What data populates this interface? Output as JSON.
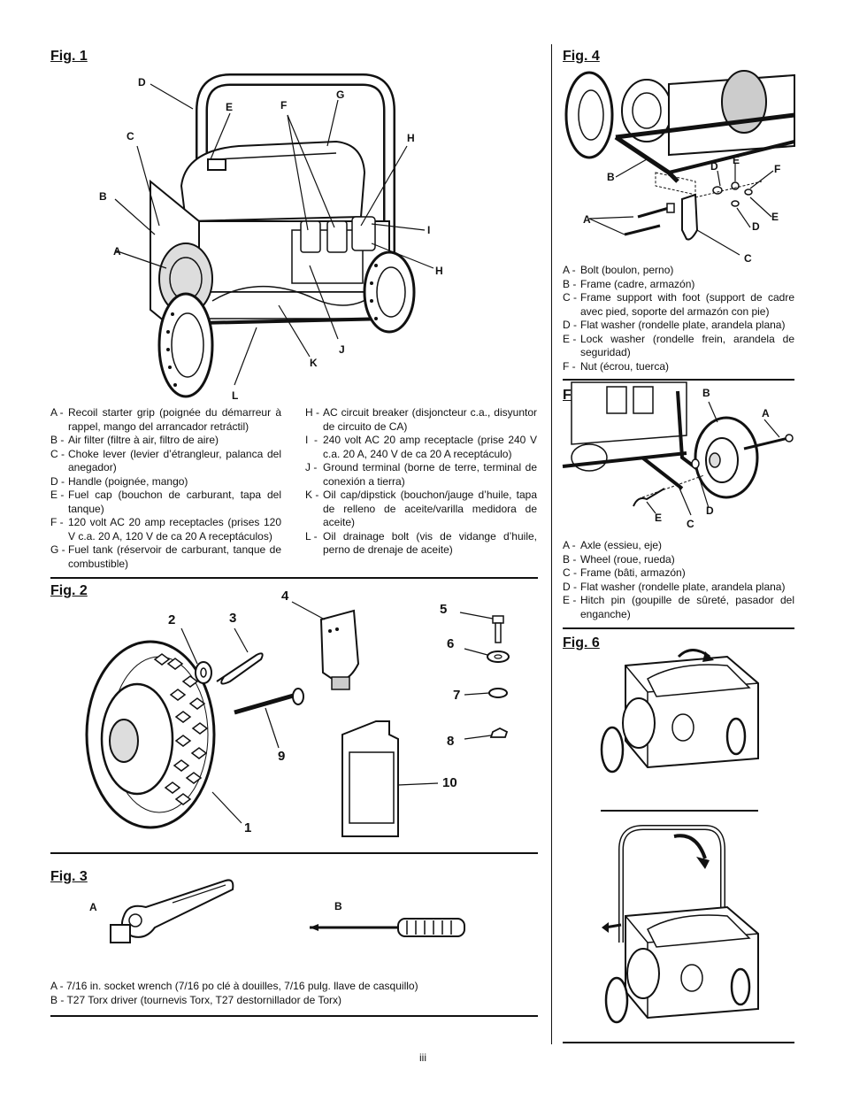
{
  "fig1": {
    "title": "Fig. 1",
    "callouts": [
      "A",
      "B",
      "C",
      "D",
      "E",
      "F",
      "G",
      "H",
      "I",
      "H",
      "J",
      "K",
      "L"
    ],
    "legend_left": [
      {
        "key": "A -",
        "text": "Recoil starter grip (poignée du démarreur à rappel, mango del arrancador retráctil)"
      },
      {
        "key": "B -",
        "text": "Air filter (filtre à air, filtro de aire)"
      },
      {
        "key": "C -",
        "text": "Choke lever (levier d’étrangleur, palanca del anegador)"
      },
      {
        "key": "D -",
        "text": "Handle (poignée, mango)"
      },
      {
        "key": "E -",
        "text": "Fuel cap (bouchon de carburant, tapa del tanque)"
      },
      {
        "key": "F -",
        "text": "120 volt AC 20 amp receptacles (prises 120 V c.a. 20 A, 120 V de ca 20 A receptáculos)"
      },
      {
        "key": "G -",
        "text": "Fuel tank (réservoir de carburant, tanque de combustible)"
      }
    ],
    "legend_right": [
      {
        "key": "H -",
        "text": "AC circuit breaker (disjoncteur c.a., disyuntor de circuito de CA)"
      },
      {
        "key": "I  -",
        "text": "240 volt AC 20 amp receptacle (prise 240 V c.a. 20 A, 240 V de ca 20 A receptáculo)"
      },
      {
        "key": "J -",
        "text": "Ground terminal (borne de terre, terminal de conexión a tierra)"
      },
      {
        "key": "K -",
        "text": "Oil cap/dipstick (bouchon/jauge d’huile, tapa de relleno de aceite/varilla medidora de aceite)"
      },
      {
        "key": "L -",
        "text": "Oil drainage bolt (vis de vidange d’huile, perno de drenaje de aceite)"
      }
    ]
  },
  "fig2": {
    "title": "Fig. 2",
    "callouts": [
      "1",
      "2",
      "3",
      "4",
      "5",
      "6",
      "7",
      "8",
      "9",
      "10"
    ]
  },
  "fig3": {
    "title": "Fig. 3",
    "callouts": [
      "A",
      "B"
    ],
    "legend": [
      "A - 7/16 in. socket wrench (7/16 po clé à douilles, 7/16 pulg. llave de casquillo)",
      "B - T27 Torx driver (tournevis Torx, T27 destornillador de Torx)"
    ]
  },
  "fig4": {
    "title": "Fig. 4",
    "callouts": [
      "A",
      "B",
      "C",
      "D",
      "E",
      "F",
      "E",
      "D"
    ],
    "legend": [
      {
        "key": "A -",
        "text": "Bolt (boulon, perno)"
      },
      {
        "key": "B -",
        "text": "Frame (cadre, armazón)"
      },
      {
        "key": "C -",
        "text": "Frame support with foot (support de cadre avec pied, soporte del armazón con pie)"
      },
      {
        "key": "D -",
        "text": "Flat washer (rondelle plate, arandela plana)"
      },
      {
        "key": "E -",
        "text": "Lock washer (rondelle frein, arandela de seguridad)"
      },
      {
        "key": "F -",
        "text": "Nut (écrou, tuerca)"
      }
    ]
  },
  "fig5": {
    "title": "Fig. 5",
    "callouts": [
      "A",
      "B",
      "C",
      "D",
      "E"
    ],
    "legend": [
      {
        "key": "A -",
        "text": "Axle (essieu, eje)"
      },
      {
        "key": "B -",
        "text": "Wheel (roue, rueda)"
      },
      {
        "key": "C -",
        "text": "Frame (bâti, armazón)"
      },
      {
        "key": "D -",
        "text": "Flat washer (rondelle plate, arandela plana)"
      },
      {
        "key": "E -",
        "text": "Hitch pin (goupille de sûreté, pasador del enganche)"
      }
    ]
  },
  "fig6": {
    "title": "Fig. 6"
  },
  "page_number": "iii"
}
